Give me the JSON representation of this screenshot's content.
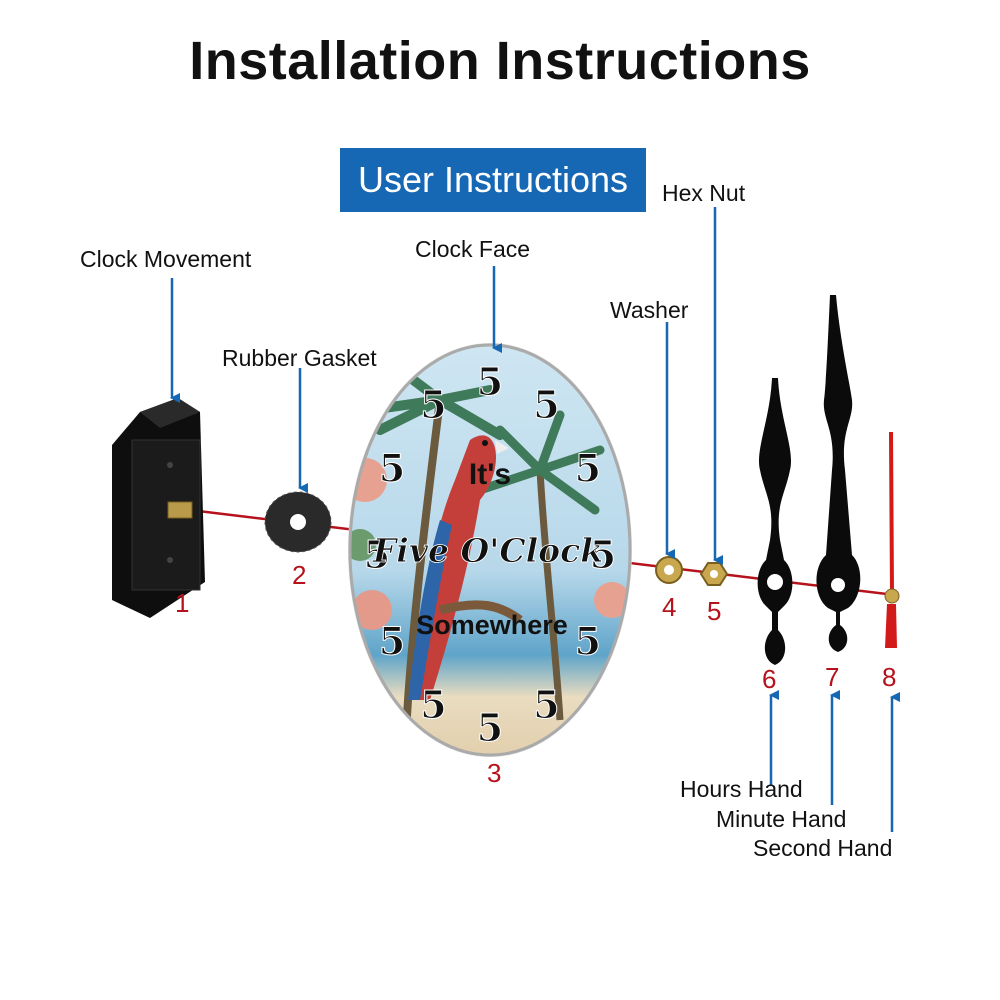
{
  "title": "Installation Instructions",
  "banner": "User Instructions",
  "parts": [
    {
      "label": "Clock Movement",
      "number": "1"
    },
    {
      "label": "Rubber Gasket",
      "number": "2"
    },
    {
      "label": "Clock Face",
      "number": "3"
    },
    {
      "label": "Washer",
      "number": "4"
    },
    {
      "label": "Hex Nut",
      "number": "5"
    },
    {
      "label": "Hours Hand",
      "number": "6"
    },
    {
      "label": "Minute Hand",
      "number": "7"
    },
    {
      "label": "Second Hand",
      "number": "8"
    }
  ],
  "clock_face": {
    "line1": "It's",
    "line2": "Five O'Clock",
    "line3": "Somewhere",
    "digit": "5"
  },
  "colors": {
    "arrow": "#1667b4",
    "number": "#b5121b",
    "banner": "#1667b4",
    "axis": "#b5121b"
  }
}
